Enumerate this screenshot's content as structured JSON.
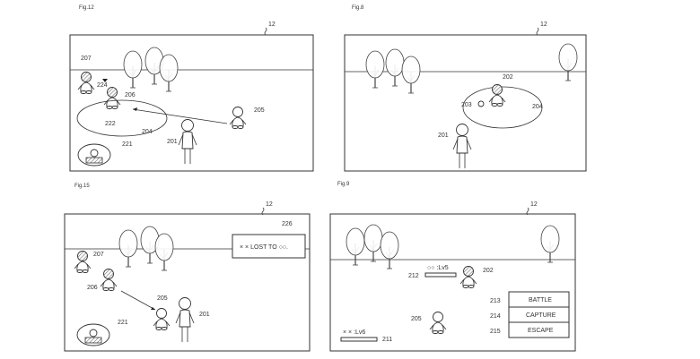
{
  "figures": {
    "fig12": {
      "label": "Fig.12",
      "refs": {
        "screen": "12",
        "r207": "207",
        "r224": "224",
        "r206": "206",
        "r222": "222",
        "r204": "204",
        "r205": "205",
        "r201": "201",
        "r221": "221"
      }
    },
    "fig8": {
      "label": "Fig.8",
      "refs": {
        "screen": "12",
        "r202": "202",
        "r203": "203",
        "r204": "204",
        "r201": "201"
      }
    },
    "fig15": {
      "label": "Fig.15",
      "refs": {
        "screen": "12",
        "r226": "226",
        "r207": "207",
        "r206": "206",
        "r205": "205",
        "r201": "201",
        "r221": "221"
      },
      "message": "× × LOST TO ○○."
    },
    "fig9": {
      "label": "Fig.9",
      "refs": {
        "screen": "12",
        "r212": "212",
        "r202": "202",
        "r213": "213",
        "r214": "214",
        "r215": "215",
        "r205": "205",
        "r211": "211"
      },
      "enemy_status": "○○ :Lv5",
      "player_status": "× × :Lv6",
      "menu": [
        "BATTLE",
        "CAPTURE",
        "ESCAPE"
      ]
    }
  }
}
